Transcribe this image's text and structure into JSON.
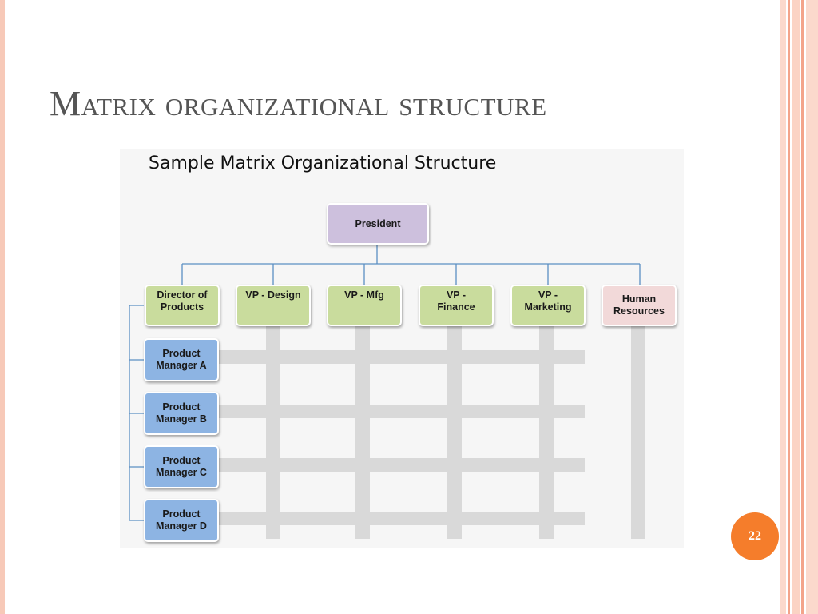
{
  "slide": {
    "title": "Matrix organizational structure",
    "page_number": "22"
  },
  "diagram": {
    "title": "Sample Matrix Organizational Structure",
    "president": "President",
    "departments": [
      {
        "label": "Director of\nProducts",
        "color": "#c9dc9d"
      },
      {
        "label": "VP - Design",
        "color": "#c9dc9d"
      },
      {
        "label": "VP - Mfg",
        "color": "#c9dc9d"
      },
      {
        "label": "VP -\nFinance",
        "color": "#c9dc9d"
      },
      {
        "label": "VP -\nMarketing",
        "color": "#c9dc9d"
      },
      {
        "label": "Human\nResources",
        "color": "#f2d9d9"
      }
    ],
    "product_managers": [
      {
        "label": "Product\nManager A"
      },
      {
        "label": "Product\nManager B"
      },
      {
        "label": "Product\nManager C"
      },
      {
        "label": "Product\nManager D"
      }
    ],
    "colors": {
      "president": "#cdc0dd",
      "product_manager": "#8db4e3",
      "grid": "#d9d9d9",
      "connector": "#5b8fc4",
      "accent": "#f57d2b"
    }
  }
}
